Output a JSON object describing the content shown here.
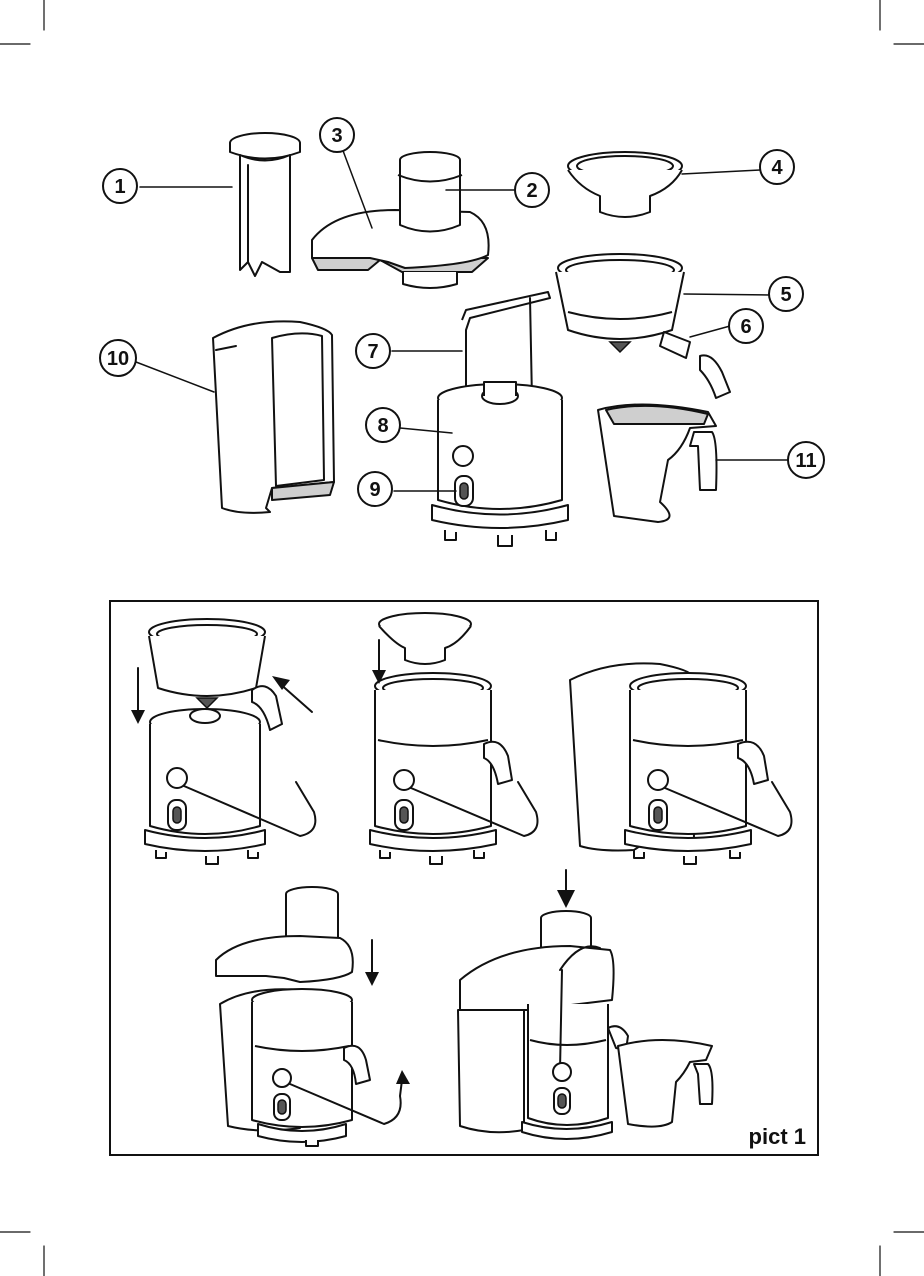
{
  "parts": [
    {
      "number": "1"
    },
    {
      "number": "2"
    },
    {
      "number": "3"
    },
    {
      "number": "4"
    },
    {
      "number": "5"
    },
    {
      "number": "6"
    },
    {
      "number": "7"
    },
    {
      "number": "8"
    },
    {
      "number": "9"
    },
    {
      "number": "10"
    },
    {
      "number": "11"
    }
  ],
  "assembly_panel": {
    "label": "pict 1"
  },
  "colors": {
    "outline": "#111111",
    "fill": "#ffffff",
    "shade": "#cfcfcf"
  }
}
